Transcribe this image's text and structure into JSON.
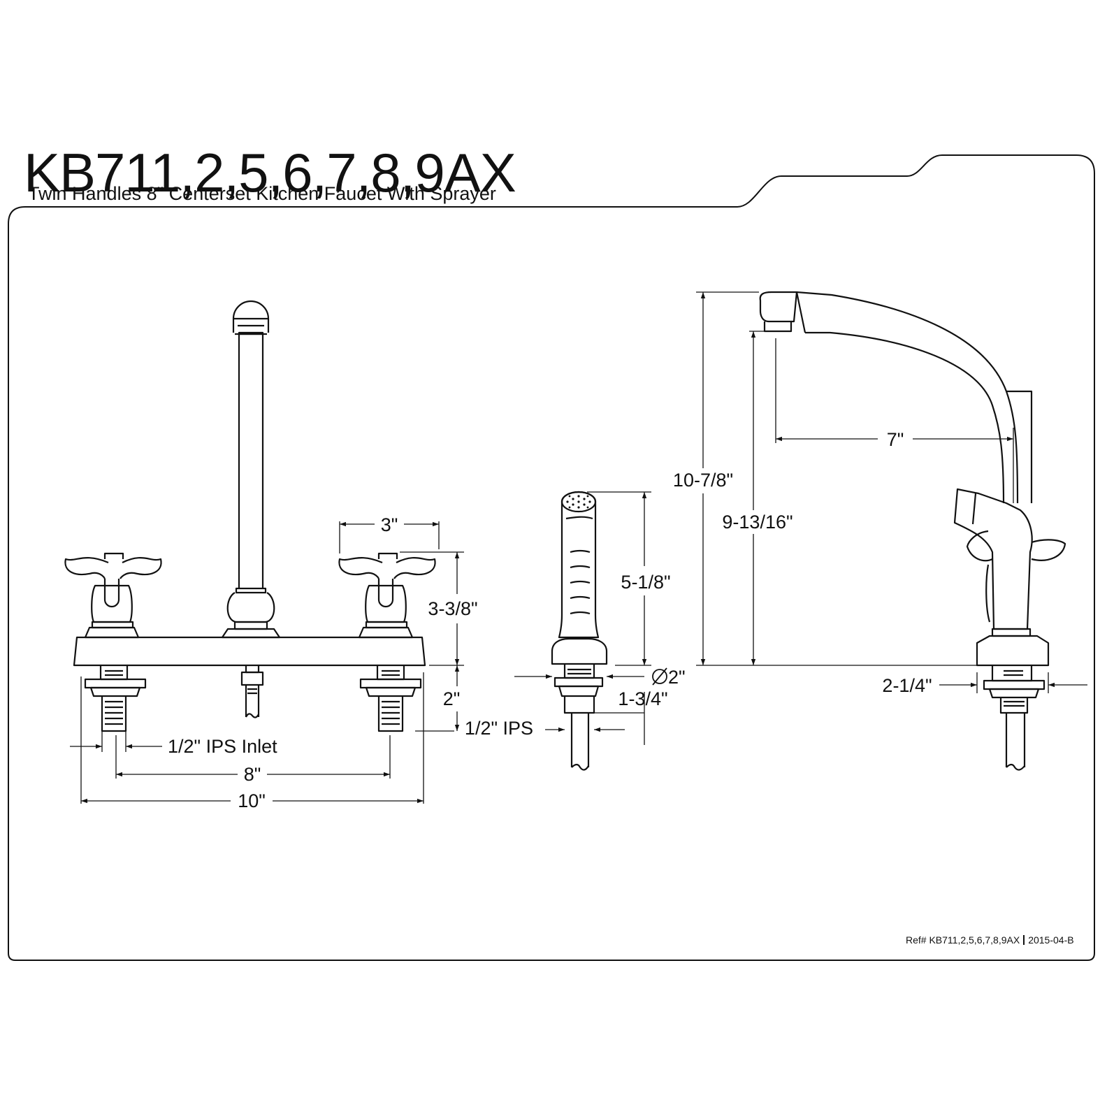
{
  "header": {
    "model": "KB711,2,5,6,7,8,9AX",
    "description": "Twin Handles 8\" Centerset Kitchen Faucet With Sprayer"
  },
  "dimensions": {
    "handle_spread": "3\"",
    "handle_height": "3-3/8\"",
    "deck_to_inlet": "2\"",
    "inlet_ips": "1/2\" IPS",
    "inlet_label": "1/2\" IPS Inlet",
    "center_spread": "8\"",
    "overall_width": "10\"",
    "sprayer_height": "5-1/8\"",
    "sprayer_base_diameter": "2\"",
    "sprayer_shank": "1-3/4\"",
    "overall_height": "10-7/8\"",
    "spout_height": "9-13/16\"",
    "spout_reach": "7\"",
    "base_depth": "2-1/4\""
  },
  "footer": {
    "ref": "Ref# KB711,2,5,6,7,8,9AX",
    "revision": "2015-04-B"
  },
  "colors": {
    "line": "#111111",
    "background": "#ffffff"
  }
}
